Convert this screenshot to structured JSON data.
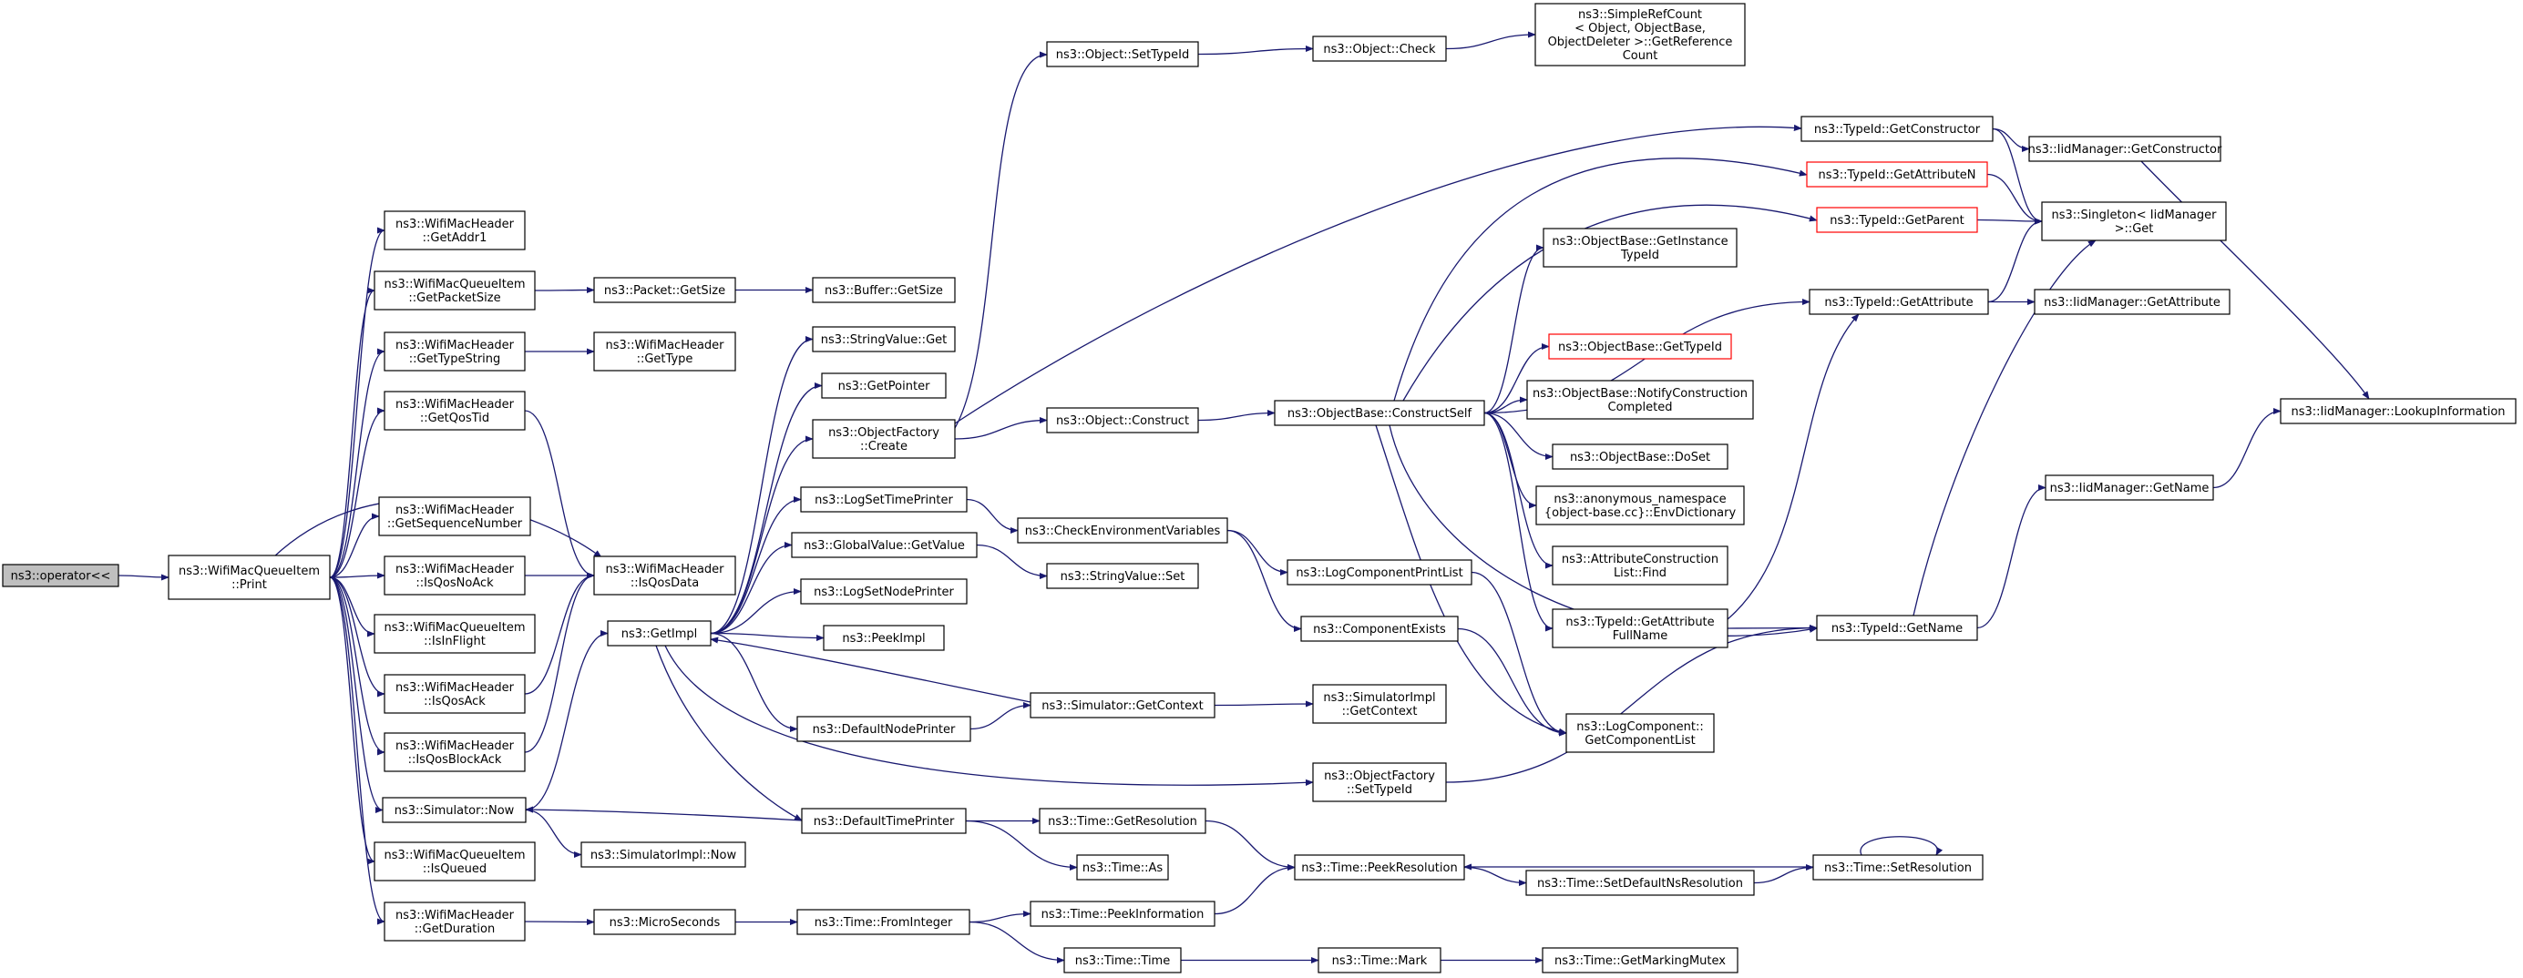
{
  "colors": {
    "edge": "#191970",
    "root_fill": "#bfbfbf",
    "node_border": "#000000",
    "incomplete_border": "#ff0000"
  },
  "nodes": [
    {
      "id": "op",
      "lines": [
        "ns3::operator<<"
      ],
      "root": true
    },
    {
      "id": "print",
      "lines": [
        "ns3::WifiMacQueueItem",
        "::Print"
      ]
    },
    {
      "id": "getAddr1",
      "lines": [
        "ns3::WifiMacHeader",
        "::GetAddr1"
      ]
    },
    {
      "id": "getPacketSize",
      "lines": [
        "ns3::WifiMacQueueItem",
        "::GetPacketSize"
      ]
    },
    {
      "id": "getTypeString",
      "lines": [
        "ns3::WifiMacHeader",
        "::GetTypeString"
      ]
    },
    {
      "id": "getQosTid",
      "lines": [
        "ns3::WifiMacHeader",
        "::GetQosTid"
      ]
    },
    {
      "id": "getSeqNum",
      "lines": [
        "ns3::WifiMacHeader",
        "::GetSequenceNumber"
      ]
    },
    {
      "id": "isQosNoAck",
      "lines": [
        "ns3::WifiMacHeader",
        "::IsQosNoAck"
      ]
    },
    {
      "id": "isInFlight",
      "lines": [
        "ns3::WifiMacQueueItem",
        "::IsInFlight"
      ]
    },
    {
      "id": "isQosAck",
      "lines": [
        "ns3::WifiMacHeader",
        "::IsQosAck"
      ]
    },
    {
      "id": "isQosBlockAck",
      "lines": [
        "ns3::WifiMacHeader",
        "::IsQosBlockAck"
      ]
    },
    {
      "id": "simNow",
      "lines": [
        "ns3::Simulator::Now"
      ]
    },
    {
      "id": "isQueued",
      "lines": [
        "ns3::WifiMacQueueItem",
        "::IsQueued"
      ]
    },
    {
      "id": "getDuration",
      "lines": [
        "ns3::WifiMacHeader",
        "::GetDuration"
      ]
    },
    {
      "id": "pktGetSize",
      "lines": [
        "ns3::Packet::GetSize"
      ]
    },
    {
      "id": "bufGetSize",
      "lines": [
        "ns3::Buffer::GetSize"
      ]
    },
    {
      "id": "getType",
      "lines": [
        "ns3::WifiMacHeader",
        "::GetType"
      ]
    },
    {
      "id": "isQosData",
      "lines": [
        "ns3::WifiMacHeader",
        "::IsQosData"
      ]
    },
    {
      "id": "getImpl",
      "lines": [
        "ns3::GetImpl"
      ]
    },
    {
      "id": "simImplNow",
      "lines": [
        "ns3::SimulatorImpl::Now"
      ]
    },
    {
      "id": "microSeconds",
      "lines": [
        "ns3::MicroSeconds"
      ]
    },
    {
      "id": "strValGet",
      "lines": [
        "ns3::StringValue::Get"
      ]
    },
    {
      "id": "getPointer",
      "lines": [
        "ns3::GetPointer"
      ]
    },
    {
      "id": "ofCreate",
      "lines": [
        "ns3::ObjectFactory",
        "::Create"
      ]
    },
    {
      "id": "logSetTimePrinter",
      "lines": [
        "ns3::LogSetTimePrinter"
      ]
    },
    {
      "id": "gvGetValue",
      "lines": [
        "ns3::GlobalValue::GetValue"
      ]
    },
    {
      "id": "logSetNodePrinter",
      "lines": [
        "ns3::LogSetNodePrinter"
      ]
    },
    {
      "id": "peekImpl",
      "lines": [
        "ns3::PeekImpl"
      ]
    },
    {
      "id": "defaultNodePrinter",
      "lines": [
        "ns3::DefaultNodePrinter"
      ]
    },
    {
      "id": "defaultTimePrinter",
      "lines": [
        "ns3::DefaultTimePrinter"
      ]
    },
    {
      "id": "timeFromInteger",
      "lines": [
        "ns3::Time::FromInteger"
      ]
    },
    {
      "id": "objSetTypeId",
      "lines": [
        "ns3::Object::SetTypeId"
      ]
    },
    {
      "id": "objConstruct",
      "lines": [
        "ns3::Object::Construct"
      ]
    },
    {
      "id": "checkEnvVars",
      "lines": [
        "ns3::CheckEnvironmentVariables"
      ]
    },
    {
      "id": "strValSet",
      "lines": [
        "ns3::StringValue::Set"
      ]
    },
    {
      "id": "simGetContext",
      "lines": [
        "ns3::Simulator::GetContext"
      ]
    },
    {
      "id": "timeGetResolution",
      "lines": [
        "ns3::Time::GetResolution"
      ]
    },
    {
      "id": "timeAs",
      "lines": [
        "ns3::Time::As"
      ]
    },
    {
      "id": "timePeekInfo",
      "lines": [
        "ns3::Time::PeekInformation"
      ]
    },
    {
      "id": "timeTime",
      "lines": [
        "ns3::Time::Time"
      ]
    },
    {
      "id": "objCheck",
      "lines": [
        "ns3::Object::Check"
      ]
    },
    {
      "id": "obConstructSelf",
      "lines": [
        "ns3::ObjectBase::ConstructSelf"
      ]
    },
    {
      "id": "logCompPrintList",
      "lines": [
        "ns3::LogComponentPrintList"
      ]
    },
    {
      "id": "componentExists",
      "lines": [
        "ns3::ComponentExists"
      ]
    },
    {
      "id": "simImplGetContext",
      "lines": [
        "ns3::SimulatorImpl",
        "::GetContext"
      ]
    },
    {
      "id": "ofSetTypeId",
      "lines": [
        "ns3::ObjectFactory",
        "::SetTypeId"
      ]
    },
    {
      "id": "timePeekRes",
      "lines": [
        "ns3::Time::PeekResolution"
      ]
    },
    {
      "id": "timeMark",
      "lines": [
        "ns3::Time::Mark"
      ]
    },
    {
      "id": "simpleRefCount",
      "lines": [
        "ns3::SimpleRefCount",
        "< Object, ObjectBase,",
        " ObjectDeleter >::GetReference",
        "Count"
      ]
    },
    {
      "id": "obGetInstanceTypeId",
      "lines": [
        "ns3::ObjectBase::GetInstance",
        "TypeId"
      ]
    },
    {
      "id": "obGetTypeId",
      "lines": [
        "ns3::ObjectBase::GetTypeId"
      ],
      "incomplete": true
    },
    {
      "id": "obNotifyConstruction",
      "lines": [
        "ns3::ObjectBase::NotifyConstruction",
        "Completed"
      ]
    },
    {
      "id": "obDoSet",
      "lines": [
        "ns3::ObjectBase::DoSet"
      ]
    },
    {
      "id": "envDictionary",
      "lines": [
        "ns3::anonymous_namespace",
        "{object-base.cc}::EnvDictionary"
      ]
    },
    {
      "id": "acListFind",
      "lines": [
        "ns3::AttributeConstruction",
        "List::Find"
      ]
    },
    {
      "id": "tidGetAttrFullName",
      "lines": [
        "ns3::TypeId::GetAttribute",
        "FullName"
      ]
    },
    {
      "id": "logCompGetList",
      "lines": [
        "ns3::LogComponent::",
        "GetComponentList"
      ]
    },
    {
      "id": "timeSetDefaultNsRes",
      "lines": [
        "ns3::Time::SetDefaultNsResolution"
      ]
    },
    {
      "id": "timeGetMarkingMutex",
      "lines": [
        "ns3::Time::GetMarkingMutex"
      ]
    },
    {
      "id": "tidGetConstructor",
      "lines": [
        "ns3::TypeId::GetConstructor"
      ]
    },
    {
      "id": "tidGetAttributeN",
      "lines": [
        "ns3::TypeId::GetAttributeN"
      ],
      "incomplete": true
    },
    {
      "id": "tidGetParent",
      "lines": [
        "ns3::TypeId::GetParent"
      ],
      "incomplete": true
    },
    {
      "id": "tidGetAttribute",
      "lines": [
        "ns3::TypeId::GetAttribute"
      ]
    },
    {
      "id": "tidGetName",
      "lines": [
        "ns3::TypeId::GetName"
      ]
    },
    {
      "id": "timeSetResolution",
      "lines": [
        "ns3::Time::SetResolution"
      ]
    },
    {
      "id": "iidGetConstructor",
      "lines": [
        "ns3::IidManager::GetConstructor"
      ]
    },
    {
      "id": "singletonGet",
      "lines": [
        "ns3::Singleton< IidManager",
        " >::Get"
      ]
    },
    {
      "id": "iidGetAttribute",
      "lines": [
        "ns3::IidManager::GetAttribute"
      ]
    },
    {
      "id": "iidGetName",
      "lines": [
        "ns3::IidManager::GetName"
      ]
    },
    {
      "id": "iidLookupInfo",
      "lines": [
        "ns3::IidManager::LookupInformation"
      ]
    }
  ],
  "edges": [
    [
      "op",
      "print"
    ],
    [
      "print",
      "getAddr1"
    ],
    [
      "print",
      "getPacketSize"
    ],
    [
      "print",
      "getTypeString"
    ],
    [
      "print",
      "getQosTid"
    ],
    [
      "print",
      "getSeqNum"
    ],
    [
      "print",
      "isQosNoAck"
    ],
    [
      "print",
      "isInFlight"
    ],
    [
      "print",
      "isQosAck"
    ],
    [
      "print",
      "isQosBlockAck"
    ],
    [
      "print",
      "simNow"
    ],
    [
      "print",
      "isQueued"
    ],
    [
      "print",
      "getDuration"
    ],
    [
      "print",
      "isQosData"
    ],
    [
      "getPacketSize",
      "pktGetSize"
    ],
    [
      "pktGetSize",
      "bufGetSize"
    ],
    [
      "getTypeString",
      "getType"
    ],
    [
      "getQosTid",
      "isQosData"
    ],
    [
      "isQosNoAck",
      "isQosData"
    ],
    [
      "isQosAck",
      "isQosData"
    ],
    [
      "isQosBlockAck",
      "isQosData"
    ],
    [
      "simNow",
      "getImpl"
    ],
    [
      "simNow",
      "simImplNow"
    ],
    [
      "getDuration",
      "microSeconds"
    ],
    [
      "microSeconds",
      "timeFromInteger"
    ],
    [
      "getImpl",
      "strValGet"
    ],
    [
      "getImpl",
      "getPointer"
    ],
    [
      "getImpl",
      "ofCreate"
    ],
    [
      "getImpl",
      "logSetTimePrinter"
    ],
    [
      "getImpl",
      "gvGetValue"
    ],
    [
      "getImpl",
      "logSetNodePrinter"
    ],
    [
      "getImpl",
      "peekImpl"
    ],
    [
      "getImpl",
      "defaultNodePrinter"
    ],
    [
      "getImpl",
      "defaultTimePrinter"
    ],
    [
      "getImpl",
      "ofSetTypeId"
    ],
    [
      "ofCreate",
      "objSetTypeId"
    ],
    [
      "ofCreate",
      "objConstruct"
    ],
    [
      "ofCreate",
      "tidGetConstructor"
    ],
    [
      "logSetTimePrinter",
      "checkEnvVars"
    ],
    [
      "gvGetValue",
      "strValSet"
    ],
    [
      "defaultNodePrinter",
      "simGetContext"
    ],
    [
      "simGetContext",
      "getImpl"
    ],
    [
      "simGetContext",
      "simImplGetContext"
    ],
    [
      "defaultTimePrinter",
      "simNow"
    ],
    [
      "defaultTimePrinter",
      "timeGetResolution"
    ],
    [
      "defaultTimePrinter",
      "timeAs"
    ],
    [
      "timeFromInteger",
      "timePeekInfo"
    ],
    [
      "timeFromInteger",
      "timeTime"
    ],
    [
      "objSetTypeId",
      "objCheck"
    ],
    [
      "objCheck",
      "simpleRefCount"
    ],
    [
      "objConstruct",
      "obConstructSelf"
    ],
    [
      "checkEnvVars",
      "logCompPrintList"
    ],
    [
      "checkEnvVars",
      "componentExists"
    ],
    [
      "timeGetResolution",
      "timePeekRes"
    ],
    [
      "timePeekInfo",
      "timePeekRes"
    ],
    [
      "timeTime",
      "timeMark"
    ],
    [
      "timeMark",
      "timeGetMarkingMutex"
    ],
    [
      "obConstructSelf",
      "tidGetAttributeN"
    ],
    [
      "obConstructSelf",
      "tidGetParent"
    ],
    [
      "obConstructSelf",
      "obGetInstanceTypeId"
    ],
    [
      "obConstructSelf",
      "tidGetAttribute"
    ],
    [
      "obConstructSelf",
      "obGetTypeId"
    ],
    [
      "obConstructSelf",
      "obNotifyConstruction"
    ],
    [
      "obConstructSelf",
      "obDoSet"
    ],
    [
      "obConstructSelf",
      "envDictionary"
    ],
    [
      "obConstructSelf",
      "acListFind"
    ],
    [
      "obConstructSelf",
      "tidGetAttrFullName"
    ],
    [
      "obConstructSelf",
      "logCompGetList"
    ],
    [
      "obConstructSelf",
      "tidGetName"
    ],
    [
      "logCompPrintList",
      "logCompGetList"
    ],
    [
      "componentExists",
      "logCompGetList"
    ],
    [
      "ofSetTypeId",
      "tidGetName"
    ],
    [
      "tidGetAttrFullName",
      "tidGetAttribute"
    ],
    [
      "tidGetAttrFullName",
      "tidGetName"
    ],
    [
      "timeSetDefaultNsRes",
      "timeSetResolution"
    ],
    [
      "timeSetResolution",
      "timePeekRes"
    ],
    [
      "timeSetResolution",
      "timeSetResolution"
    ],
    [
      "timePeekRes",
      "timeSetDefaultNsRes"
    ],
    [
      "tidGetConstructor",
      "iidGetConstructor"
    ],
    [
      "tidGetConstructor",
      "singletonGet"
    ],
    [
      "tidGetAttributeN",
      "singletonGet"
    ],
    [
      "tidGetParent",
      "singletonGet"
    ],
    [
      "tidGetAttribute",
      "singletonGet"
    ],
    [
      "tidGetAttribute",
      "iidGetAttribute"
    ],
    [
      "tidGetName",
      "singletonGet"
    ],
    [
      "tidGetName",
      "iidGetName"
    ],
    [
      "iidGetConstructor",
      "iidLookupInfo"
    ],
    [
      "iidGetName",
      "iidLookupInfo"
    ]
  ]
}
